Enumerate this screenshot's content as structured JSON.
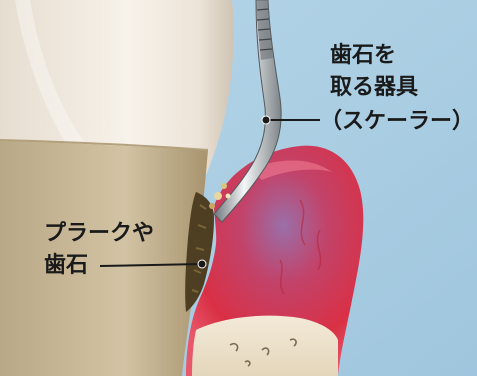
{
  "labels": {
    "scaler": {
      "line1": "歯石を",
      "line2": "取る器具",
      "line3": "（スケーラー）"
    },
    "plaque": {
      "line1": "プラークや",
      "line2": "歯石"
    }
  },
  "colors": {
    "background_sky": "#a9cde3",
    "tooth_enamel": "#f2ece3",
    "tooth_root": "#c9b89a",
    "gum": "#d8344a",
    "calculus": "#5a4a2a",
    "bone": "#efe6d2"
  }
}
